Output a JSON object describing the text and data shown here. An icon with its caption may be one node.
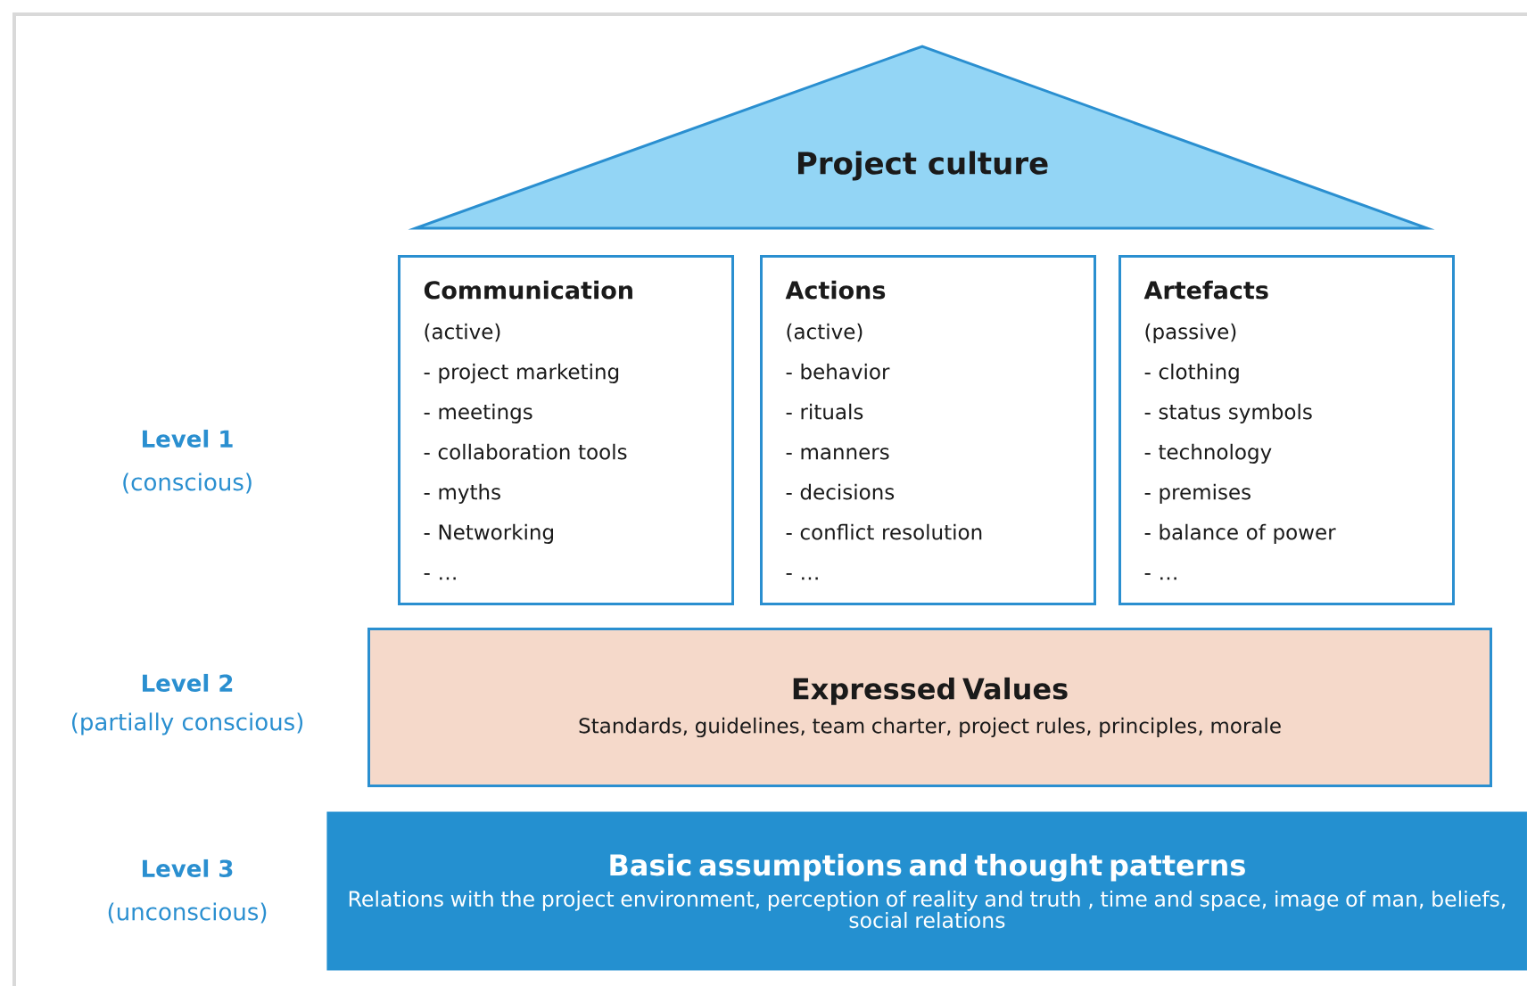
{
  "diagram": {
    "nodes": [
      {
        "text": [
          "Project culture"
        ]
      },
      {
        "text": [
          "Communication",
          "(active)",
          "- project marketing",
          "- meetings",
          "- collaboration tools",
          "- myths",
          "- Networking",
          "- …"
        ]
      },
      {
        "text": [
          "Actions",
          "(active)",
          "- behavior",
          "- rituals",
          "- manners",
          "- decisions",
          "- conflict resolution",
          "- …"
        ]
      },
      {
        "text": [
          "Artefacts",
          "(passive)",
          "- clothing",
          "- status symbols",
          "- technology",
          "- premises",
          "- balance of power",
          "- …"
        ]
      },
      {
        "text": [
          "Expressed Values",
          "Standards, guidelines, team charter, project rules, principles, morale"
        ]
      },
      {
        "text": [
          "Basic assumptions and thought patterns",
          "Relations with the project environment, perception of reality and truth , time and space, image of man, beliefs, social relations"
        ]
      }
    ],
    "labels": [
      "Level 1",
      "(conscious)",
      "Level 2",
      "(partially conscious)",
      "Level 3",
      "(unconscious)"
    ]
  }
}
